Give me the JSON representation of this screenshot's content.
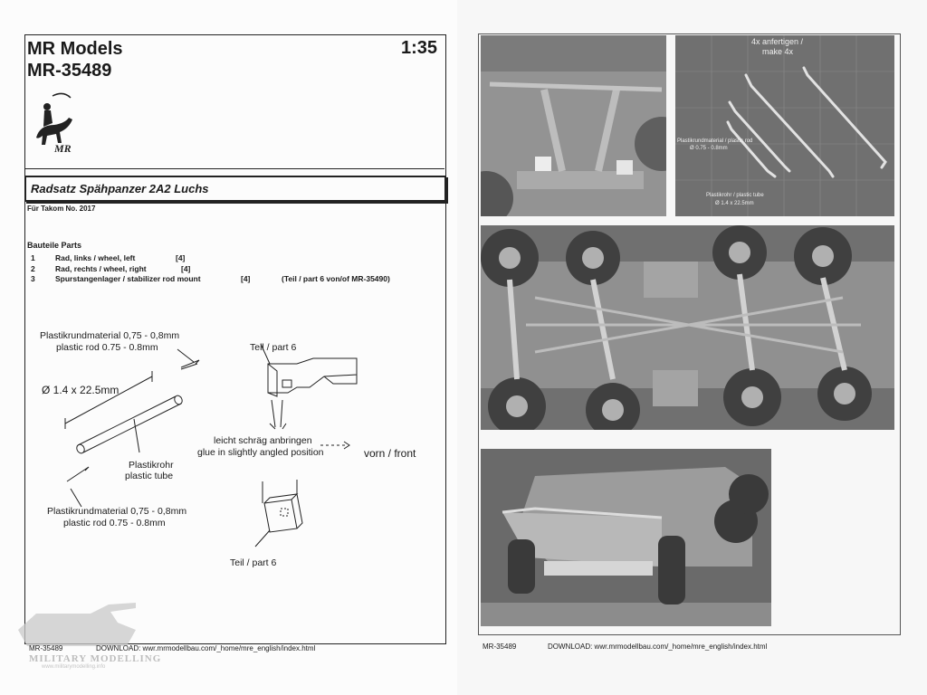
{
  "left_page": {
    "brand_line1": "MR Models",
    "brand_line2": "MR-35489",
    "scale": "1:35",
    "logo_text": "MR",
    "title": "Radsatz Spähpanzer 2A2 Luchs",
    "for_kit": "Für Takom No. 2017",
    "parts_heading": "Bauteile Parts",
    "parts": [
      {
        "num": "1",
        "name": "Rad, links / wheel, left",
        "qty": "[4]"
      },
      {
        "num": "2",
        "name": "Rad, rechts / wheel, right",
        "qty": "[4]"
      },
      {
        "num": "3",
        "name": "Spurstangenlager / stabilizer rod mount",
        "qty": "[4]",
        "note": "(Teil / part 6 von/of MR-35490)"
      }
    ],
    "diagram_labels": {
      "rod_top_1": "Plastikrundmaterial 0,75 - 0,8mm",
      "rod_top_2": "plastic rod 0.75 -  0.8mm",
      "tube_dim": "Ø 1.4 x 22.5mm",
      "tube_1": "Plastikrohr",
      "tube_2": "plastic tube",
      "rod_bottom_1": "Plastikrundmaterial 0,75 - 0,8mm",
      "rod_bottom_2": "plastic rod 0.75 -  0.8mm",
      "part6_top": "Teil / part 6",
      "part6_bottom": "Teil / part 6",
      "angle_1": "leicht schräg anbringen",
      "angle_2": "glue in slightly angled position",
      "front": "vorn / front"
    },
    "footer_code": "MR-35489",
    "footer_download": "DOWNLOAD: wwr.mrmodellbau.com/_home/mre_english/index.html"
  },
  "right_page": {
    "photo2_note_1": "4x anfertigen /",
    "photo2_note_2": "make 4x",
    "photo2_rod_1": "Plastikrundmaterial / plastic rod",
    "photo2_rod_2": "Ø 0.75 - 0.8mm",
    "photo2_tube_1": "Plastikrohr / plastic tube",
    "photo2_tube_2": "Ø 1.4 x 22.5mm",
    "footer_code": "MR-35489",
    "footer_download": "DOWNLOAD: wwr.mrmodellbau.com/_home/mre_english/index.html"
  },
  "watermark": {
    "line1": "MILITARY MODELLING",
    "line2": "www.militarymodelling.info"
  }
}
